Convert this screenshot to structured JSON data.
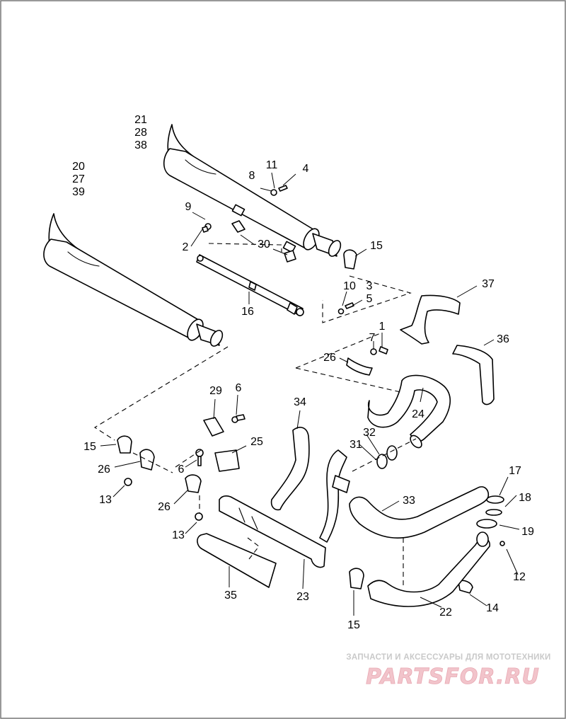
{
  "callouts": [
    {
      "id": "c21",
      "text": "21"
    },
    {
      "id": "c28",
      "text": "28"
    },
    {
      "id": "c38",
      "text": "38"
    },
    {
      "id": "c20",
      "text": "20"
    },
    {
      "id": "c27",
      "text": "27"
    },
    {
      "id": "c39",
      "text": "39"
    },
    {
      "id": "c11",
      "text": "11"
    },
    {
      "id": "c4",
      "text": "4"
    },
    {
      "id": "c8",
      "text": "8"
    },
    {
      "id": "c9",
      "text": "9"
    },
    {
      "id": "c2",
      "text": "2"
    },
    {
      "id": "c30",
      "text": "30"
    },
    {
      "id": "c15a",
      "text": "15"
    },
    {
      "id": "c10",
      "text": "10"
    },
    {
      "id": "c3",
      "text": "3"
    },
    {
      "id": "c5",
      "text": "5"
    },
    {
      "id": "c16",
      "text": "16"
    },
    {
      "id": "c37",
      "text": "37"
    },
    {
      "id": "c1",
      "text": "1"
    },
    {
      "id": "c7",
      "text": "7"
    },
    {
      "id": "c36",
      "text": "36"
    },
    {
      "id": "c26a",
      "text": "26"
    },
    {
      "id": "c24",
      "text": "24"
    },
    {
      "id": "c29",
      "text": "29"
    },
    {
      "id": "c6a",
      "text": "6"
    },
    {
      "id": "c34",
      "text": "34"
    },
    {
      "id": "c15b",
      "text": "15"
    },
    {
      "id": "c25",
      "text": "25"
    },
    {
      "id": "c32",
      "text": "32"
    },
    {
      "id": "c31",
      "text": "31"
    },
    {
      "id": "c26b",
      "text": "26"
    },
    {
      "id": "c6b",
      "text": "6"
    },
    {
      "id": "c13a",
      "text": "13"
    },
    {
      "id": "c26c",
      "text": "26"
    },
    {
      "id": "c17",
      "text": "17"
    },
    {
      "id": "c33",
      "text": "33"
    },
    {
      "id": "c18",
      "text": "18"
    },
    {
      "id": "c19",
      "text": "19"
    },
    {
      "id": "c13b",
      "text": "13"
    },
    {
      "id": "c12",
      "text": "12"
    },
    {
      "id": "c35",
      "text": "35"
    },
    {
      "id": "c23",
      "text": "23"
    },
    {
      "id": "c14",
      "text": "14"
    },
    {
      "id": "c22",
      "text": "22"
    },
    {
      "id": "c15c",
      "text": "15"
    }
  ],
  "watermark": {
    "tagline": "ЗАПЧАСТИ И АКСЕССУАРЫ ДЛЯ МОТОТЕХНИКИ",
    "logo": "PARTSFOR.RU"
  }
}
